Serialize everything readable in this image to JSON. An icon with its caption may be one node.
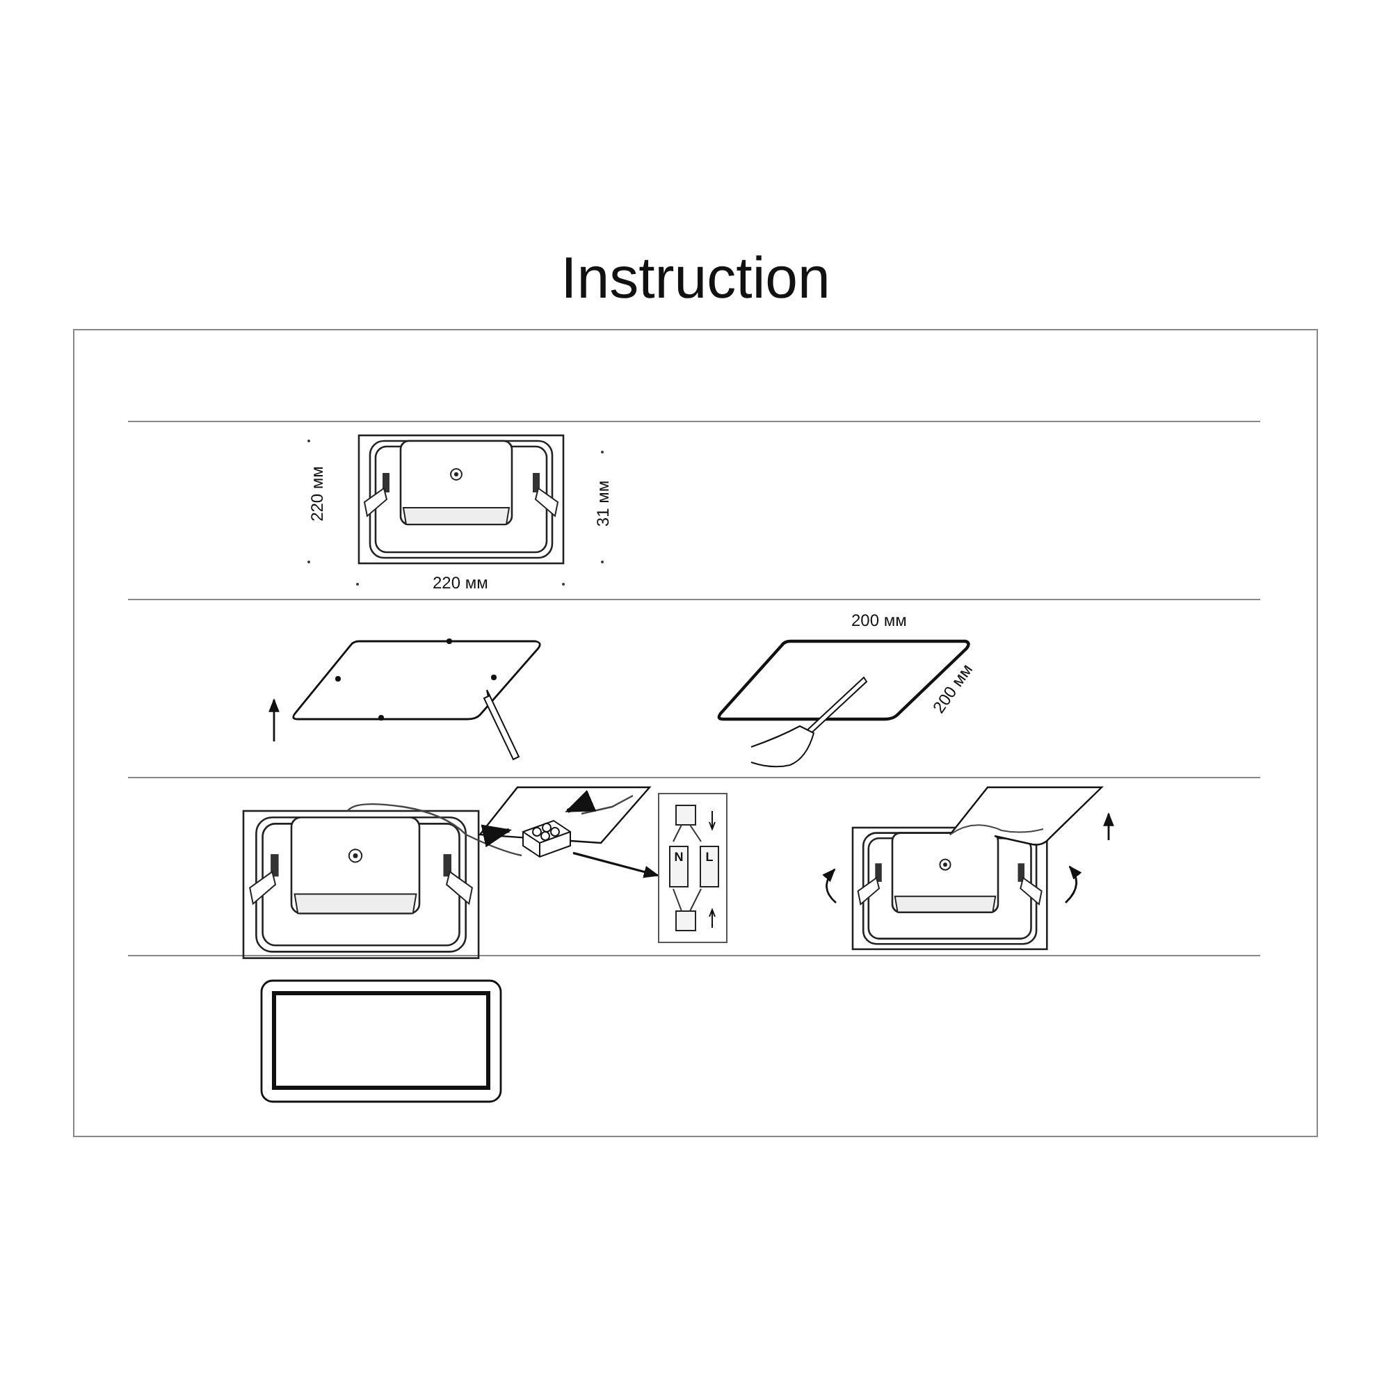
{
  "diagram": {
    "title": "Instruction",
    "nodes": [
      {
        "text": [],
        "shape": "picture"
      },
      {
        "text": [],
        "shape": "box"
      },
      {
        "text": [
          "N"
        ],
        "in": 1
      },
      {
        "text": [
          "L"
        ],
        "in": 1
      }
    ],
    "edges": [
      {
        "from": 0,
        "to": 1,
        "arrow": "to"
      }
    ],
    "labels": [
      "220 мм",
      "31 мм",
      "220 мм",
      "200 мм",
      "200 мм"
    ]
  }
}
